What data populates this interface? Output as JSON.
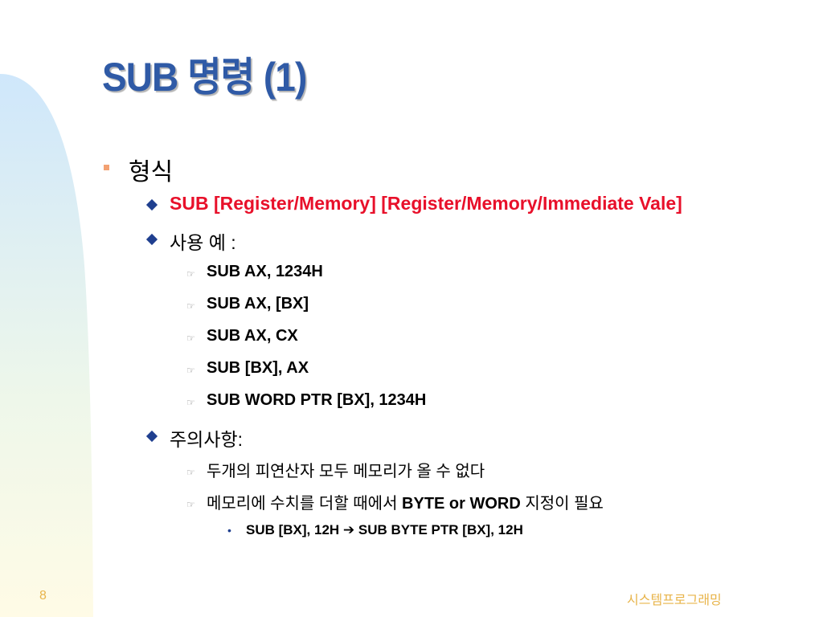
{
  "slide": {
    "title": "SUB 명령 (1)",
    "level1": [
      {
        "text": "형식"
      }
    ],
    "format_item": "SUB [Register/Memory] [Register/Memory/Immediate Vale]",
    "usage_label": "사용 예 :",
    "examples": [
      "SUB AX, 1234H",
      "SUB AX, [BX]",
      "SUB AX, CX",
      "SUB [BX], AX",
      "SUB WORD PTR [BX], 1234H"
    ],
    "caution_label": "주의사항:",
    "caution_items": [
      "두개의 피연산자 모두 메모리가 올 수 없다",
      "메모리에 수치를 더할 때에서 BYTE or WORD 지정이 필요"
    ],
    "caution_item2_parts": {
      "pre": "메모리에 수치를 더할 때에서 ",
      "bold": "BYTE or WORD",
      "post": " 지정이 필요"
    },
    "sub_example": "SUB [BX], 12H ➔ SUB BYTE PTR [BX], 12H"
  },
  "footer": {
    "page_number": "8",
    "course": "시스템프로그래밍"
  },
  "colors": {
    "title": "#2f5aa6",
    "accent_red": "#e8102a",
    "footer": "#e8b44a",
    "bg_curve": "#d6ecfb"
  }
}
